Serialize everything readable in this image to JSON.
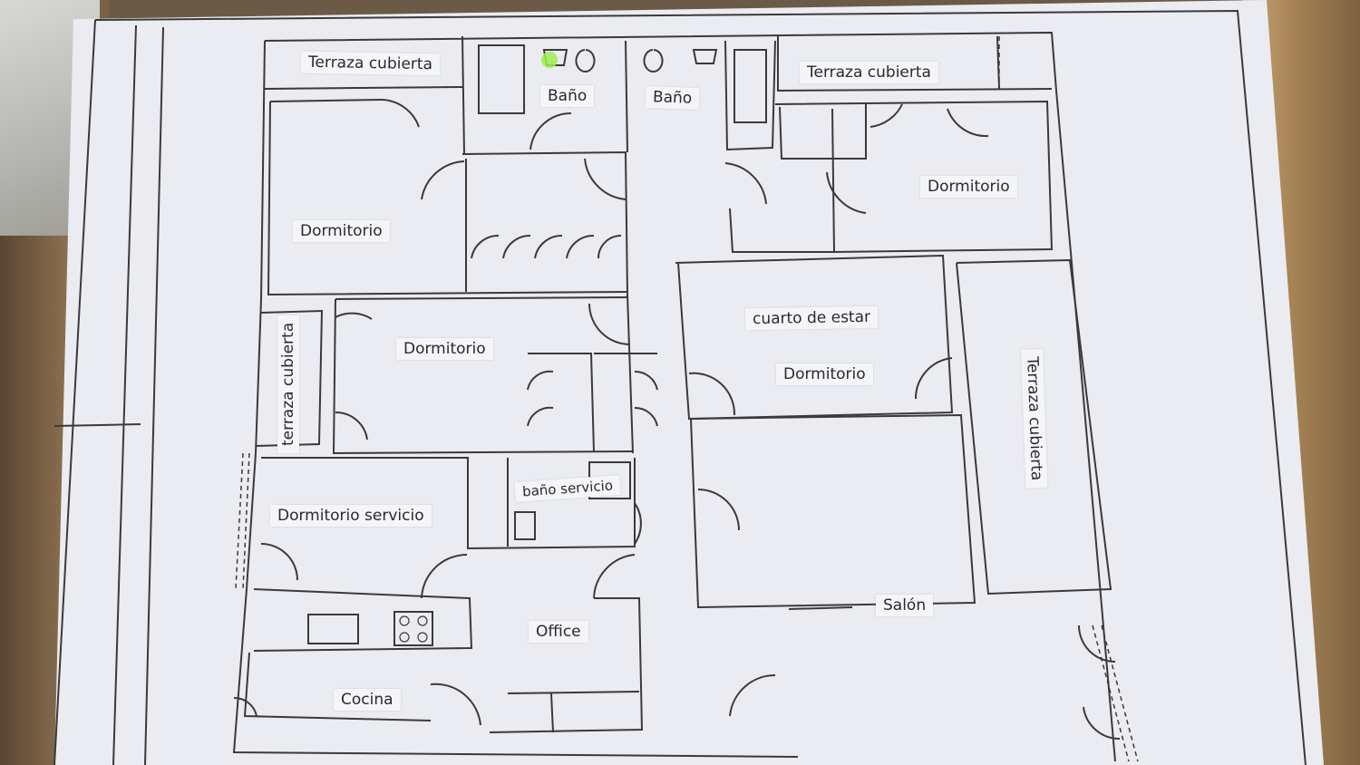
{
  "labels": {
    "terraza_top_left": "Terraza cubierta",
    "bano_1": "Baño",
    "bano_2": "Baño",
    "terraza_top_right": "Terraza cubierta",
    "dormitorio_top_right": "Dormitorio",
    "dormitorio_top_left": "Dormitorio",
    "terraza_left": "terraza cubierta",
    "dormitorio_middle": "Dormitorio",
    "cuarto_estar": "cuarto de estar",
    "dormitorio_center": "Dormitorio",
    "terraza_right": "Terraza cubierta",
    "dormitorio_servicio": "Dormitorio servicio",
    "bano_servicio": "baño servicio",
    "office": "Office",
    "salon": "Salón",
    "cocina": "Cocina"
  },
  "colors": {
    "paper": "#ebecf2",
    "wall": "#3a3a3a",
    "highlight": "#9cf04a"
  }
}
